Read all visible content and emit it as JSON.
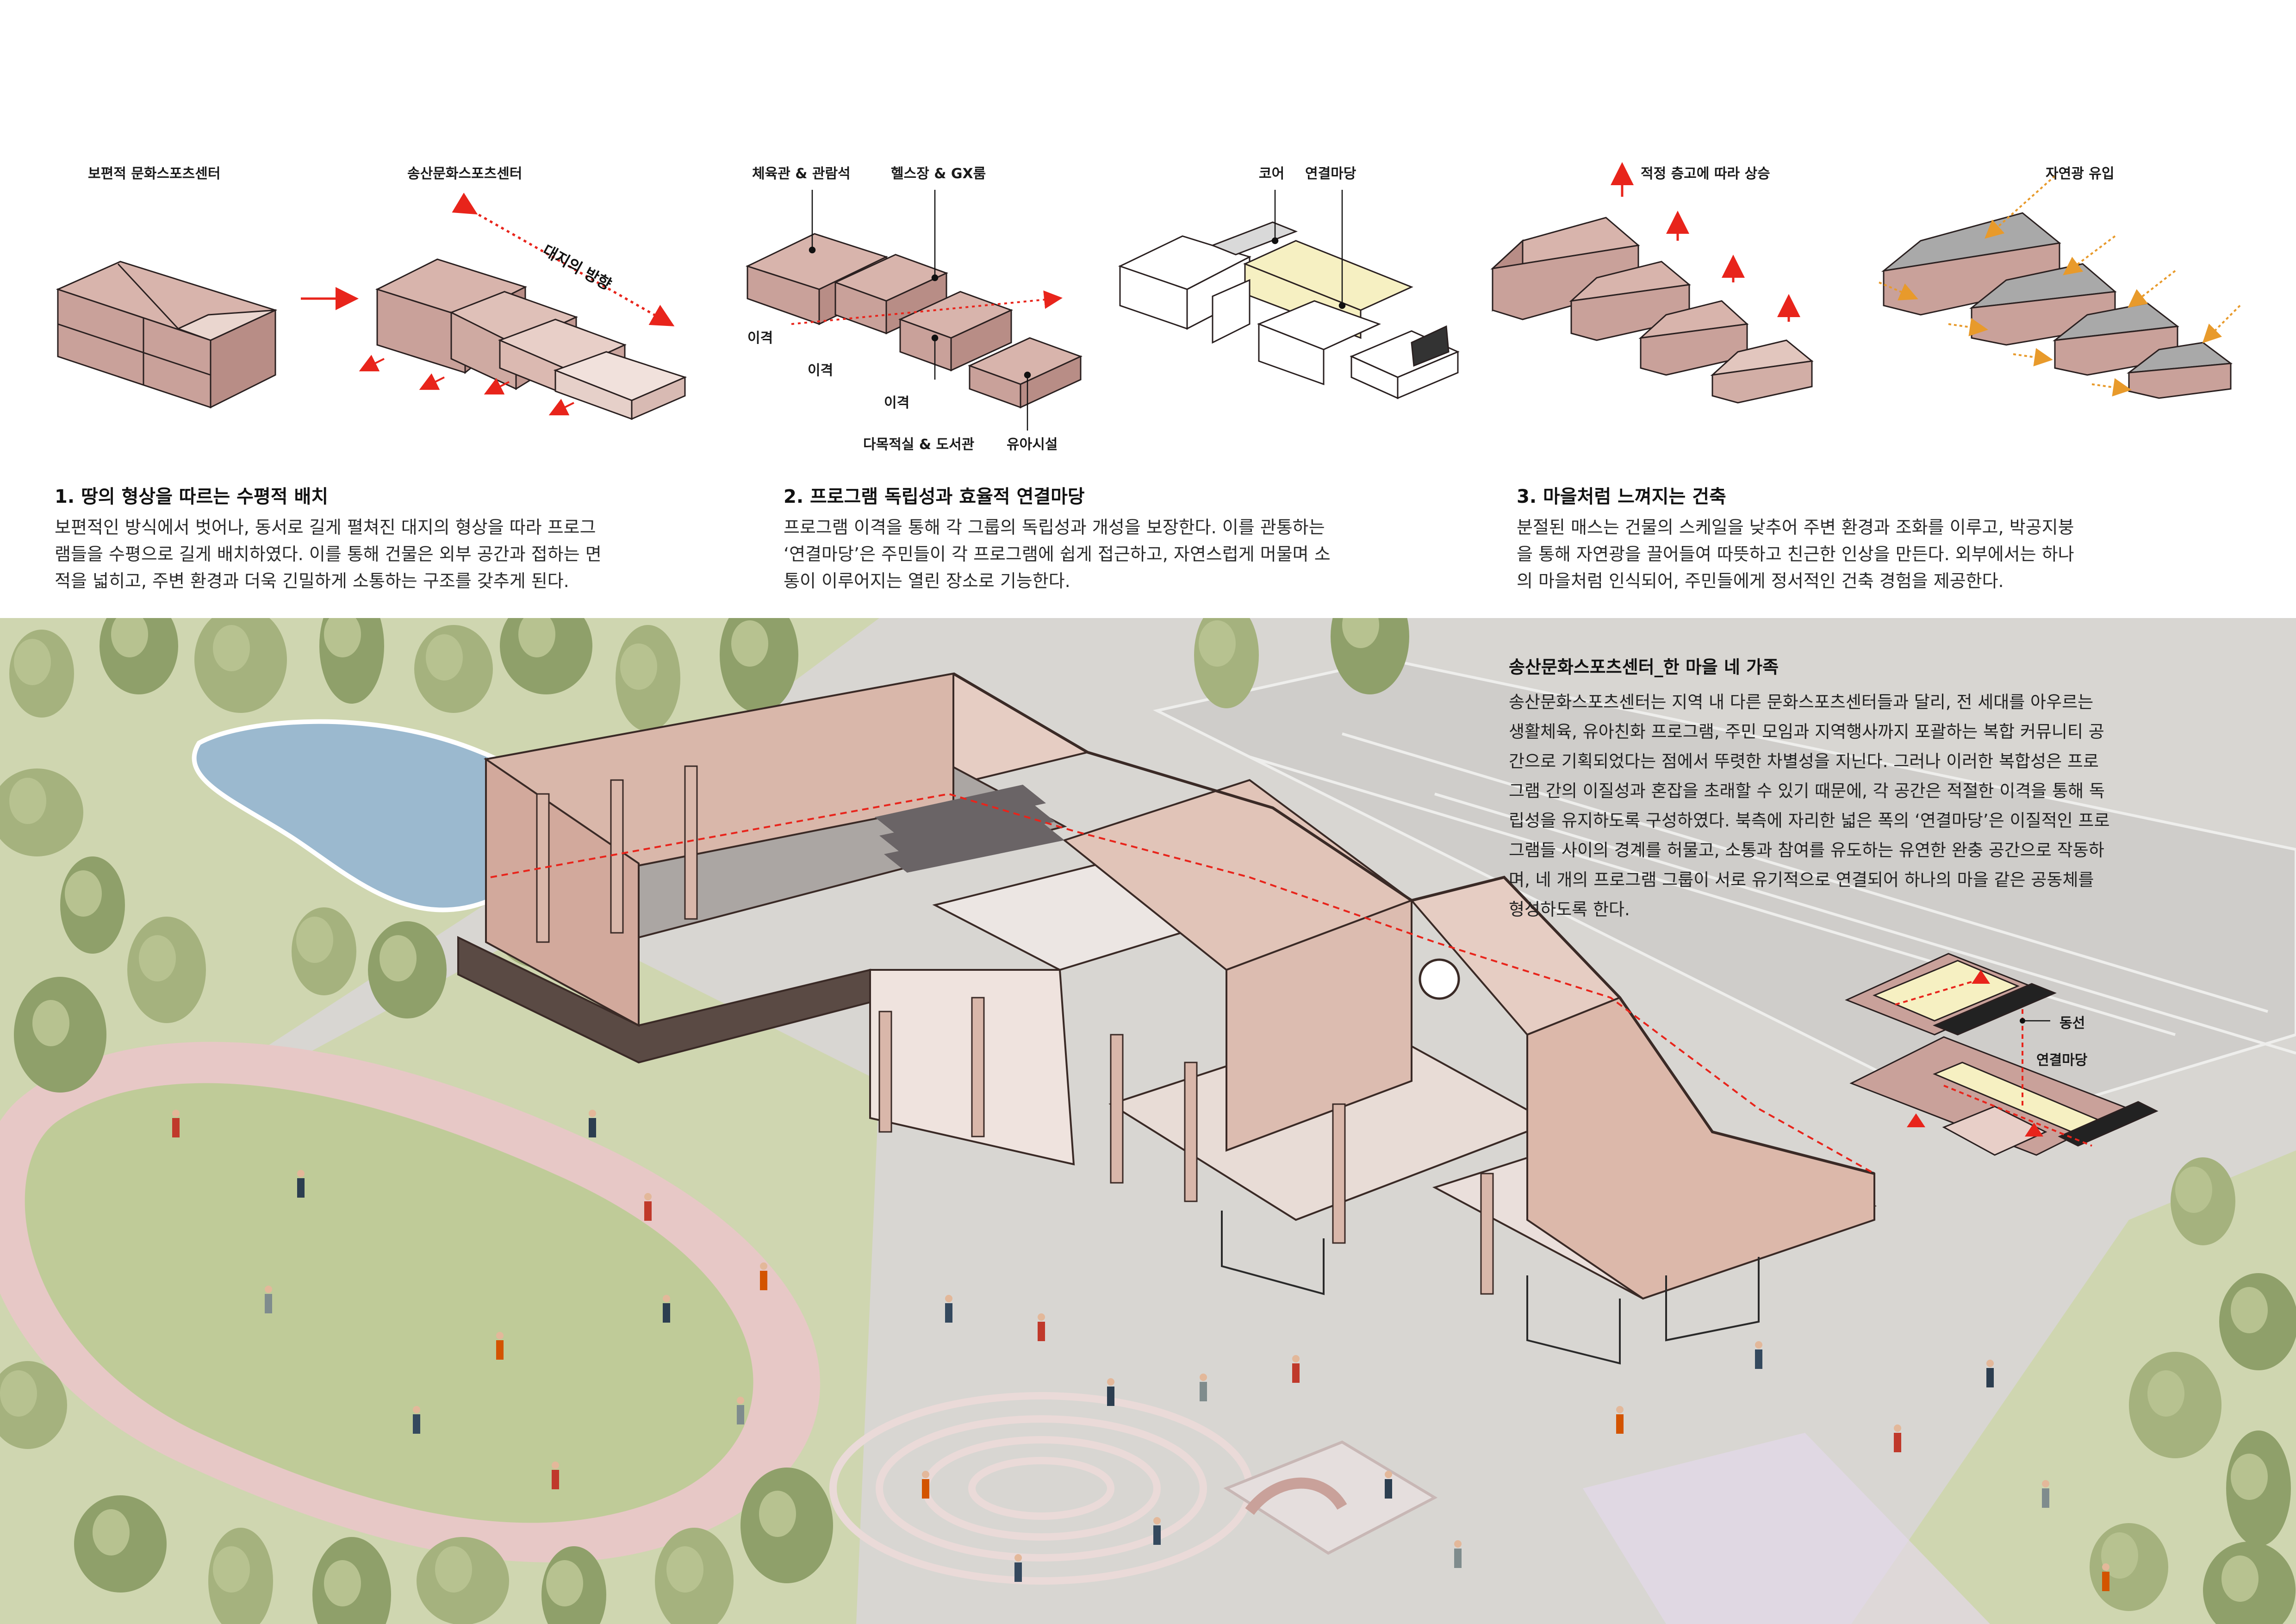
{
  "top_diagrams": {
    "d1": {
      "label": "보편적 문화스포츠센터"
    },
    "d2": {
      "label": "송산문화스포츠센터",
      "arrow_label": "대지의 방향"
    },
    "d3": {
      "label_a": "체육관 & 관람석",
      "label_b": "헬스장 & GX룸",
      "gap_1": "이격",
      "gap_2": "이격",
      "gap_3": "이격",
      "label_c": "다목적실 & 도서관",
      "label_d": "유아시설"
    },
    "d4": {
      "label_a": "코어",
      "label_b": "연결마당"
    },
    "d5": {
      "label": "적정 층고에 따라 상승"
    },
    "d6": {
      "label": "자연광 유입"
    }
  },
  "sections": [
    {
      "title": "1. 땅의 형상을 따르는 수평적 배치",
      "lines": [
        "보편적인 방식에서 벗어나, 동서로 길게 펼쳐진 대지의 형상을 따라 프로그",
        "램들을 수평으로 길게 배치하였다. 이를 통해 건물은 외부 공간과 접하는 면",
        "적을 넓히고, 주변 환경과 더욱 긴밀하게 소통하는 구조를 갖추게 된다."
      ]
    },
    {
      "title": "2. 프로그램 독립성과 효율적 연결마당",
      "lines": [
        "프로그램 이격을 통해 각 그룹의 독립성과 개성을 보장한다. 이를 관통하는",
        "‘연결마당’은 주민들이 각 프로그램에 쉽게 접근하고, 자연스럽게 머물며 소",
        "통이 이루어지는 열린 장소로 기능한다."
      ]
    },
    {
      "title": "3. 마을처럼 느껴지는 건축",
      "lines": [
        "분절된 매스는 건물의 스케일을 낮추어 주변 환경과 조화를 이루고, 박공지붕",
        "을 통해 자연광을 끌어들여 따뜻하고 친근한 인상을 만든다. 외부에서는 하나",
        "의 마을처럼 인식되어, 주민들에게 정서적인 건축 경험을 제공한다."
      ]
    }
  ],
  "story": {
    "title": "송산문화스포츠센터_한 마을 네 가족",
    "lines": [
      "송산문화스포츠센터는 지역 내 다른 문화스포츠센터들과 달리, 전 세대를 아우르는",
      "생활체육, 유아친화 프로그램, 주민 모임과 지역행사까지 포괄하는 복합 커뮤니티 공",
      "간으로 기획되었다는 점에서 뚜렷한 차별성을 지닌다. 그러나 이러한 복합성은 프로",
      "그램 간의 이질성과 혼잡을 초래할 수 있기 때문에, 각 공간은 적절한 이격을 통해 독",
      "립성을 유지하도록 구성하였다. 북측에 자리한 넓은 폭의 ‘연결마당’은 이질적인 프로",
      "그램들 사이의 경계를 허물고, 소통과 참여를 유도하는 유연한 완충 공간으로 작동하",
      "며, 네 개의 프로그램 그룹이 서로 유기적으로 연결되어 하나의 마을 같은 공동체를",
      "형성하도록 한다."
    ]
  },
  "inset": {
    "label_a": "동선",
    "label_b": "연결마당"
  },
  "colors": {
    "mass_top": "#d8b4ac",
    "mass_side": "#b88d86",
    "mass_front": "#c9a19a",
    "light_mass": "#ead6cf",
    "accent_red": "#e8241b",
    "connect_yellow": "#f6f0c2",
    "grass": "#cfd6b0",
    "track": "#e7c8c6",
    "pond": "#9bb9cf",
    "paving": "#d8d6d2",
    "tree": "#8fa06a",
    "building_wall": "#d9b7aa"
  }
}
